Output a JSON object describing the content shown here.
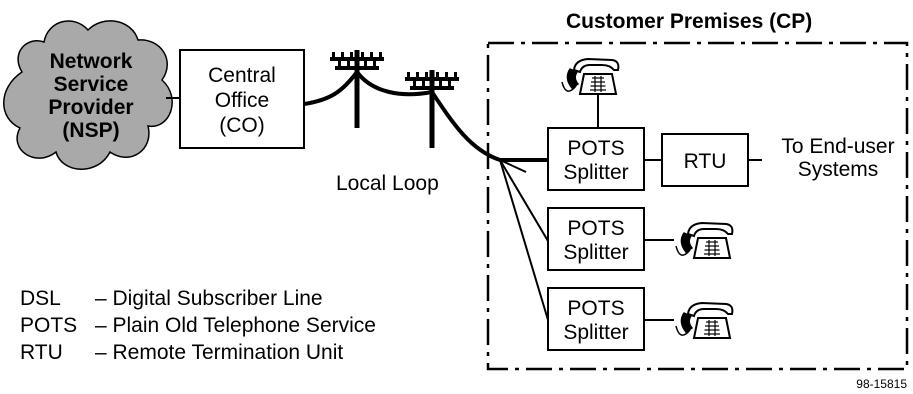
{
  "title": "Customer Premises (CP)",
  "cloud": {
    "lines": [
      "Network",
      "Service",
      "Provider",
      "(NSP)"
    ],
    "fill": "#a9a9a9"
  },
  "central_office": {
    "lines": [
      "Central",
      "Office",
      "(CO)"
    ]
  },
  "local_loop": "Local Loop",
  "splitters": [
    {
      "lines": [
        "POTS",
        "Splitter"
      ]
    },
    {
      "lines": [
        "POTS",
        "Splitter"
      ]
    },
    {
      "lines": [
        "POTS",
        "Splitter"
      ]
    }
  ],
  "rtu": "RTU",
  "end_user": {
    "lines": [
      "To End-user",
      "Systems"
    ]
  },
  "telephones": [
    "telephone-icon",
    "telephone-icon",
    "telephone-icon",
    "telephone-icon"
  ],
  "telephone_pole_icon": "telephone-pole-icon",
  "legend": [
    {
      "abbr": "DSL",
      "def": "– Digital Subscriber Line"
    },
    {
      "abbr": "POTS",
      "def": "– Plain Old Telephone Service"
    },
    {
      "abbr": "RTU",
      "def": "– Remote Termination Unit"
    }
  ],
  "figure_id": "98-15815"
}
